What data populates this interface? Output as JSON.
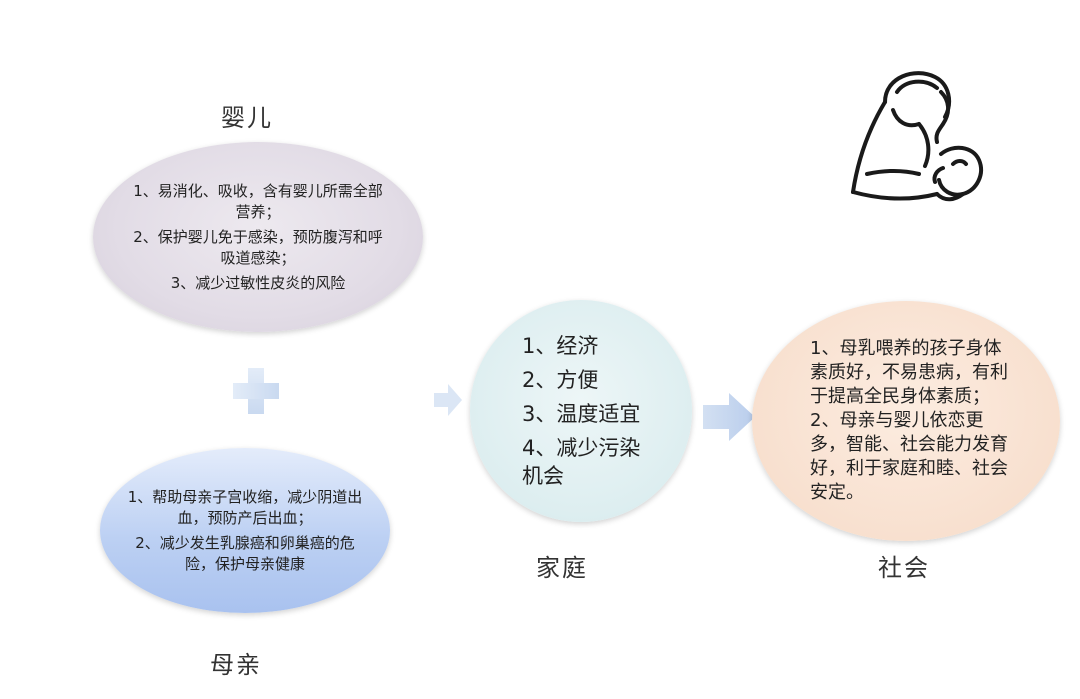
{
  "infant": {
    "title": "婴儿",
    "points": [
      "1、易消化、吸收，含有婴儿所需全部营养；",
      "2、保护婴儿免于感染，预防腹泻和呼吸道感染；",
      "3、减少过敏性皮炎的风险"
    ]
  },
  "mother": {
    "title": "母亲",
    "points": [
      "1、帮助母亲子宫收缩，减少阴道出血，预防产后出血；",
      "2、减少发生乳腺癌和卵巢癌的危险，保护母亲健康"
    ]
  },
  "family": {
    "title": "家庭",
    "points": [
      "1、经济",
      "2、方便",
      "3、温度适宜",
      "4、减少污染机会"
    ]
  },
  "society": {
    "title": "社会",
    "points": [
      "1、母乳喂养的孩子身体素质好，不易患病，有利于提高全民身体素质；",
      "2、母亲与婴儿依恋更多，智能、社会能力发育好，利于家庭和睦、社会安定。"
    ]
  },
  "icons": {
    "plus": "plus-icon",
    "arrow": "right-arrow-icon",
    "illustration": "breastfeeding-mother-icon"
  },
  "colors": {
    "infant_fill": "#e2dce6",
    "mother_fill": "#bcd0f3",
    "family_fill": "#ddeef0",
    "society_fill": "#f8e0cf",
    "arrow_fill": "#c8d8ef"
  }
}
